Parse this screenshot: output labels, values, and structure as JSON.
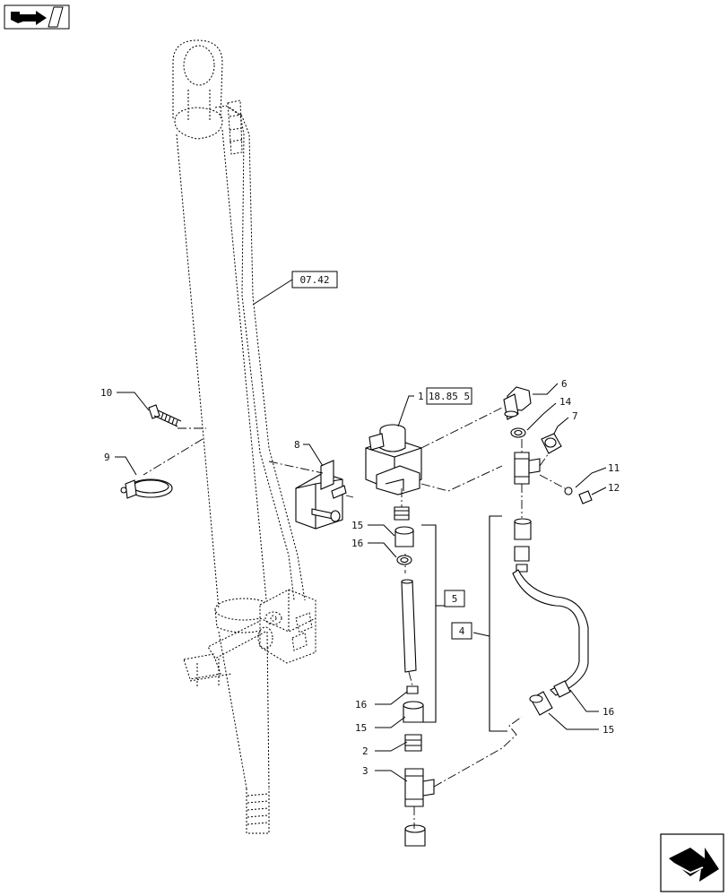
{
  "nav": {
    "top_icon": "book-arrow-icon",
    "bottom_icon": "next-page-arrow-icon"
  },
  "refs": {
    "cylinder": "07.42",
    "valve": "18.85 5"
  },
  "callouts": {
    "c1": "1",
    "c2": "2",
    "c3": "3",
    "c4": "4",
    "c5": "5",
    "c6": "6",
    "c7": "7",
    "c8": "8",
    "c9": "9",
    "c10": "10",
    "c11": "11",
    "c12": "12",
    "c14": "14",
    "c15a": "15",
    "c15b": "15",
    "c15c": "15",
    "c16a": "16",
    "c16b": "16",
    "c16c": "16"
  }
}
